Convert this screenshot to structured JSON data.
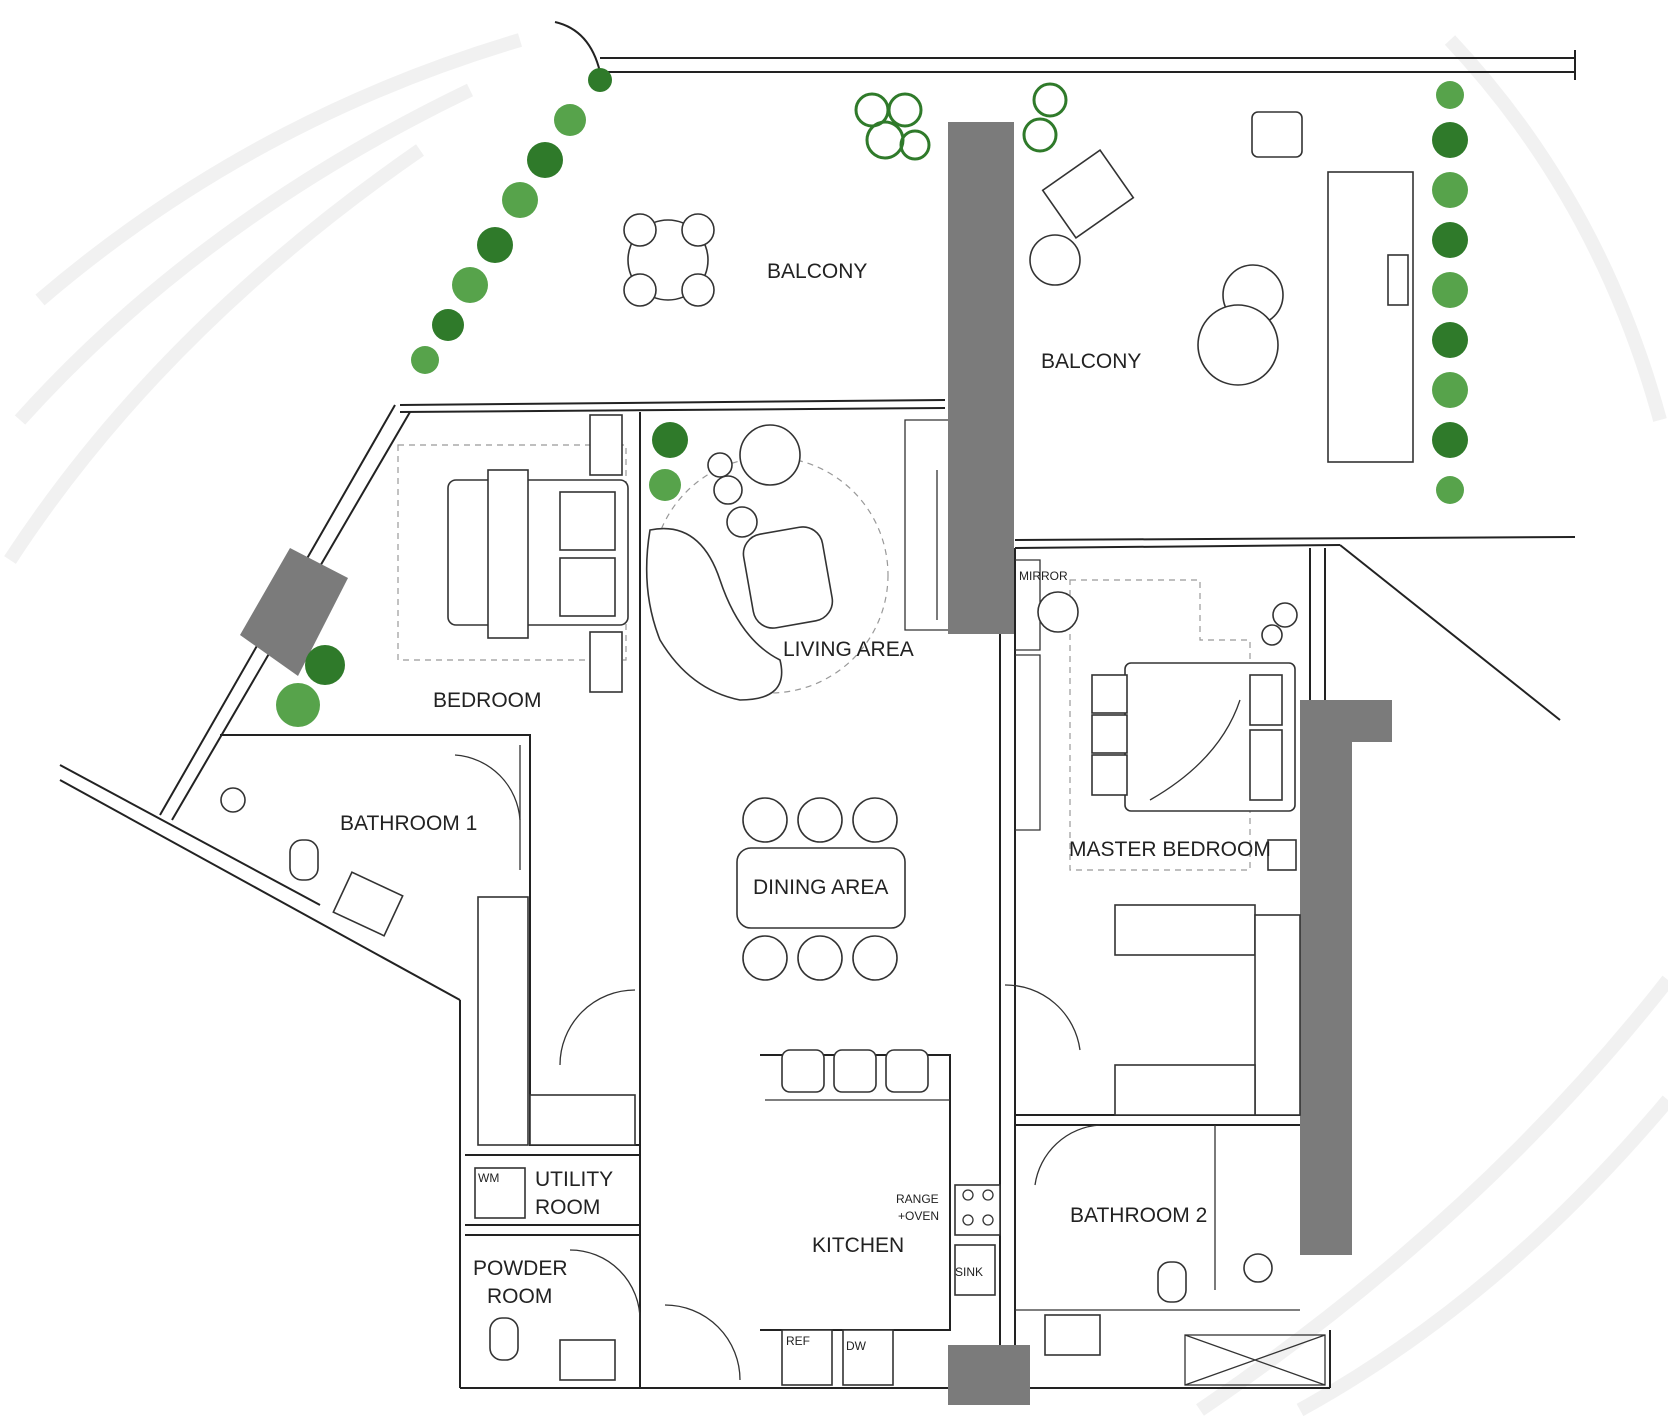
{
  "rooms": {
    "balcony_1": "BALCONY",
    "balcony_2": "BALCONY",
    "living_area": "LIVING AREA",
    "bedroom": "BEDROOM",
    "bathroom_1": "BATHROOM 1",
    "dining_area": "DINING AREA",
    "master_bedroom": "MASTER BEDROOM",
    "utility_room_1": "UTILITY",
    "utility_room_2": "ROOM",
    "powder_room_1": "POWDER",
    "powder_room_2": "ROOM",
    "kitchen": "KITCHEN",
    "bathroom_2": "BATHROOM 2"
  },
  "fixtures": {
    "mirror": "MIRROR",
    "wm": "WM",
    "range_1": "RANGE",
    "range_2": "+OVEN",
    "sink": "SINK",
    "ref": "REF",
    "dw": "DW"
  },
  "colors": {
    "wall": "#222222",
    "structural_mass": "#7b7b7b",
    "plant_dark": "#2f7a2a",
    "plant_light": "#57a34b"
  },
  "icons": [
    "plant-icon",
    "chair-icon",
    "table-icon",
    "bed-icon",
    "toilet-icon",
    "shower-drain-icon",
    "sink-icon",
    "sofa-icon",
    "door-swing-icon"
  ]
}
